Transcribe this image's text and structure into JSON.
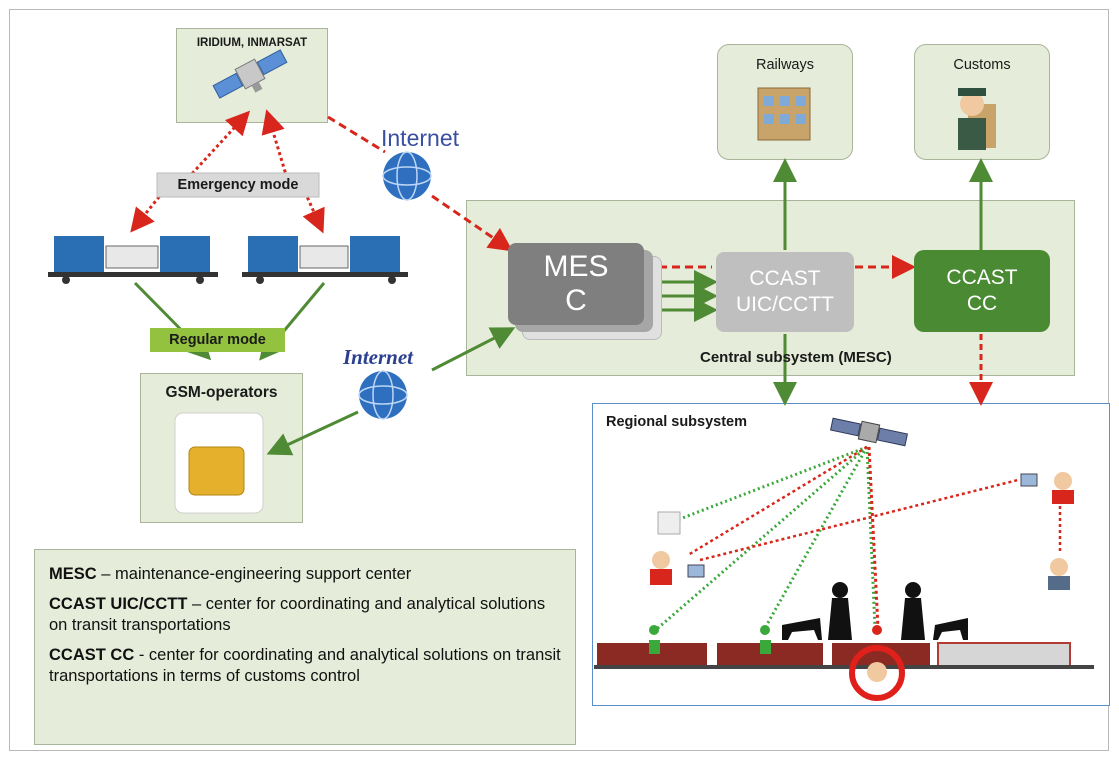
{
  "satellite_box": {
    "title": "IRIDIUM, INMARSAT"
  },
  "internet_top": "Internet",
  "internet_mid": "Internet",
  "emergency_mode": "Emergency mode",
  "regular_mode": "Regular mode",
  "gsm_box": {
    "title": "GSM-operators"
  },
  "railways": "Railways",
  "customs": "Customs",
  "central": {
    "caption": "Central subsystem (MESC)",
    "mesc_line1": "MES",
    "mesc_line2": "C",
    "uic_line1": "CCAST",
    "uic_line2": "UIC/CCTT",
    "cc_line1": "CCAST",
    "cc_line2": "CC"
  },
  "regional": {
    "title": "Regional subsystem"
  },
  "legend": [
    {
      "term": "MESC",
      "sep": " – ",
      "text": "maintenance-engineering support center"
    },
    {
      "term": "CCAST UIC/CCTT",
      "sep": " – ",
      "text": "center for coordinating and analytical solutions on transit transportations"
    },
    {
      "term": "CCAST CC",
      "sep": " - ",
      "text": "center for coordinating and analytical solutions on transit transportations in terms of customs control"
    }
  ],
  "colors": {
    "green_arrow": "#4f8a34",
    "red_dash": "#d9261c",
    "box_fill": "#e5ecd9",
    "mesc_fill": "#7f7f7f",
    "uic_fill": "#bfbfbf",
    "cc_fill": "#4a8a33",
    "regular_fill": "#93c23e",
    "emergency_fill": "#d9d9d9",
    "internet_text": "#3a4fa0"
  }
}
